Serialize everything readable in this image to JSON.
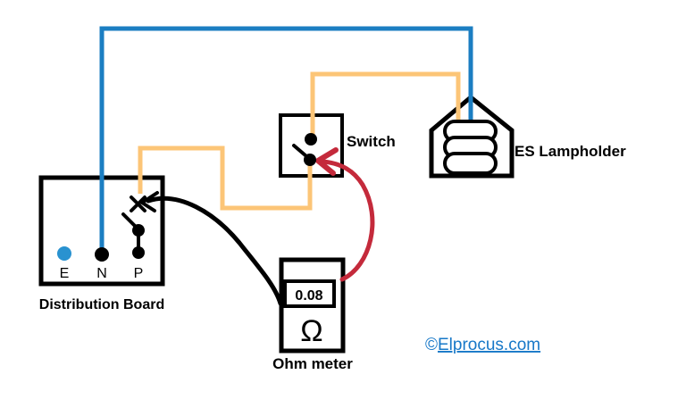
{
  "components": {
    "distribution_board": {
      "label": "Distribution Board",
      "terminals": [
        {
          "label": "E"
        },
        {
          "label": "N"
        },
        {
          "label": "P"
        }
      ]
    },
    "switch": {
      "label": "Switch"
    },
    "es_lampholder": {
      "label": "ES Lampholder"
    },
    "ohm_meter": {
      "label": "Ohm meter",
      "reading": "0.08",
      "unit": "Ω"
    }
  },
  "watermark": {
    "symbol": "©",
    "link_text": "Elprocus.com"
  },
  "colors": {
    "neutral_wire_blue": "#1b7ec2",
    "phase_wire_orange": "#fcc577",
    "test_lead_red": "#c42a3b",
    "test_lead_black": "#000000",
    "earth_terminal_blue": "#2992d0",
    "watermark_link_blue": "#1778c8"
  }
}
